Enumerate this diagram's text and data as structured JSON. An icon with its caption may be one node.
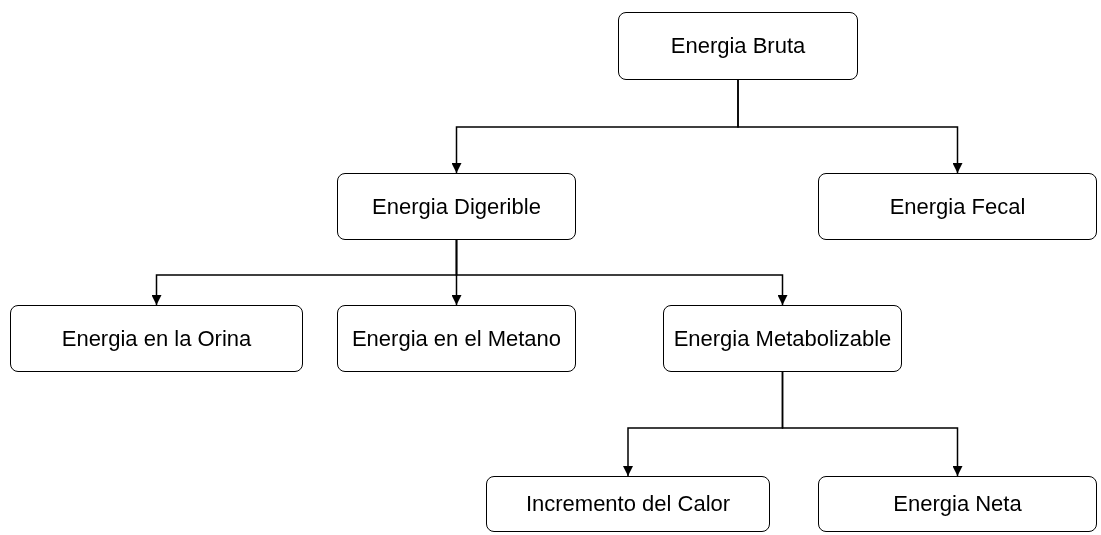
{
  "diagram": {
    "nodes": [
      {
        "text": [
          "Energia Bruta"
        ]
      },
      {
        "text": [
          "Energia Digerible"
        ]
      },
      {
        "text": [
          "Energia Fecal"
        ]
      },
      {
        "text": [
          "Energia en la Orina"
        ]
      },
      {
        "text": [
          "Energia en el Metano"
        ]
      },
      {
        "text": [
          "Energia Metabolizable"
        ]
      },
      {
        "text": [
          "Incremento del Calor"
        ]
      },
      {
        "text": [
          "Energia Neta"
        ]
      }
    ],
    "edges": [
      {
        "from": 0,
        "to": 1,
        "arrow": "to"
      },
      {
        "from": 0,
        "to": 2,
        "arrow": "to"
      },
      {
        "from": 1,
        "to": 3,
        "arrow": "to"
      },
      {
        "from": 1,
        "to": 4,
        "arrow": "to"
      },
      {
        "from": 1,
        "to": 5,
        "arrow": "to"
      },
      {
        "from": 5,
        "to": 6,
        "arrow": "to"
      },
      {
        "from": 5,
        "to": 7,
        "arrow": "to"
      }
    ]
  }
}
